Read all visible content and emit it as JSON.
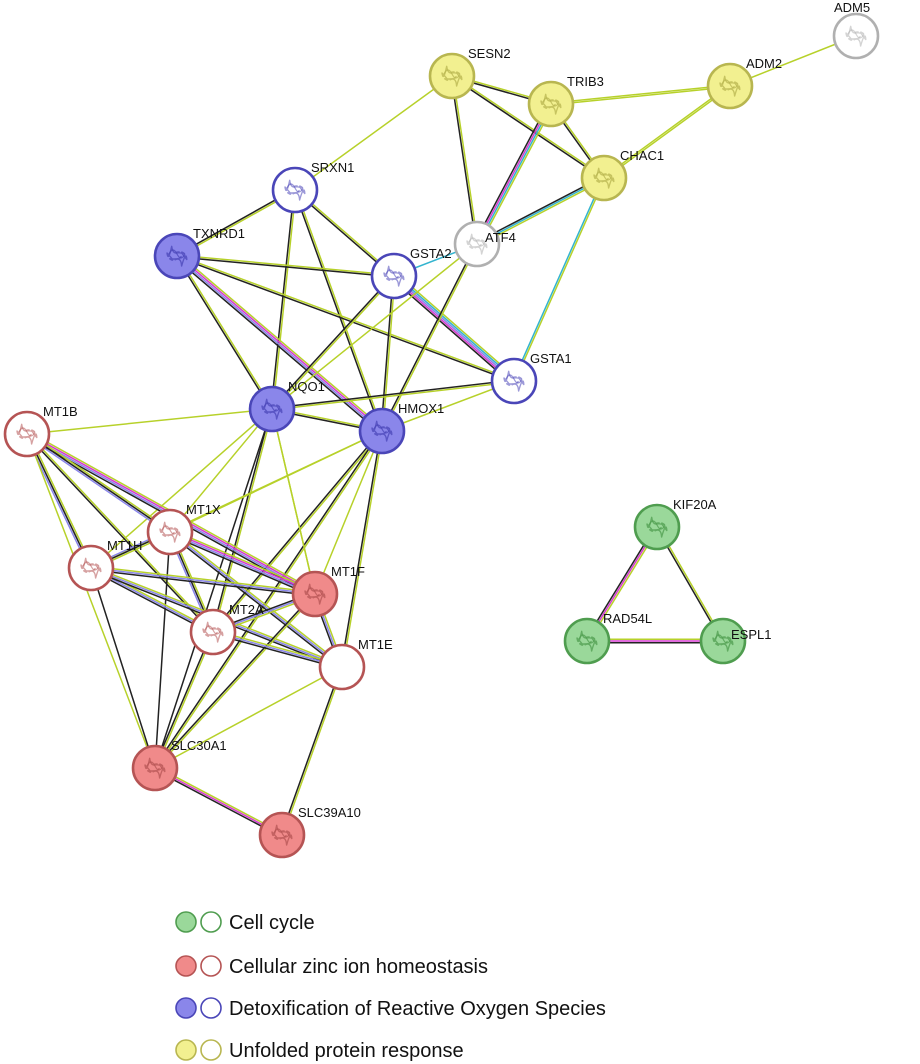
{
  "legend": [
    {
      "label": "Cell cycle",
      "group": "cell_cycle"
    },
    {
      "label": "Cellular zinc ion homeostasis",
      "group": "zinc"
    },
    {
      "label": "Detoxification of Reactive Oxygen Species",
      "group": "ros"
    },
    {
      "label": "Unfolded protein response",
      "group": "upr"
    }
  ],
  "colors": {
    "cell_cycle": {
      "fill": "#9ad89a",
      "stroke": "#4f9d4f"
    },
    "zinc": {
      "fill": "#f08a8a",
      "stroke": "#b55454"
    },
    "ros": {
      "fill": "#8a86ea",
      "stroke": "#4a46b8"
    },
    "upr": {
      "fill": "#f2f090",
      "stroke": "#b8b650"
    },
    "none": {
      "fill": "#ffffff",
      "stroke": "#b0b0b0"
    },
    "edge_textmining": "#b7d12a",
    "edge_coexpression": "#222222",
    "edge_experiments": "#d73bd0",
    "edge_database": "#33b4cf",
    "edge_homology": "#8a86ea"
  },
  "nodes": [
    {
      "id": "ADM5",
      "label": "ADM5",
      "group": "none",
      "fill": "empty",
      "structure": true
    },
    {
      "id": "ADM2",
      "label": "ADM2",
      "group": "upr",
      "fill": "filled",
      "structure": true
    },
    {
      "id": "SESN2",
      "label": "SESN2",
      "group": "upr",
      "fill": "filled",
      "structure": true
    },
    {
      "id": "TRIB3",
      "label": "TRIB3",
      "group": "upr",
      "fill": "filled",
      "structure": true
    },
    {
      "id": "CHAC1",
      "label": "CHAC1",
      "group": "upr",
      "fill": "filled",
      "structure": true
    },
    {
      "id": "SRXN1",
      "label": "SRXN1",
      "group": "ros",
      "fill": "empty",
      "structure": true
    },
    {
      "id": "TXNRD1",
      "label": "TXNRD1",
      "group": "ros",
      "fill": "filled",
      "structure": true
    },
    {
      "id": "GSTA2",
      "label": "GSTA2",
      "group": "ros",
      "fill": "empty",
      "structure": true
    },
    {
      "id": "ATF4",
      "label": "ATF4",
      "group": "none",
      "fill": "empty",
      "structure": true
    },
    {
      "id": "GSTA1",
      "label": "GSTA1",
      "group": "ros",
      "fill": "empty",
      "structure": true
    },
    {
      "id": "NQO1",
      "label": "NQO1",
      "group": "ros",
      "fill": "filled",
      "structure": true
    },
    {
      "id": "HMOX1",
      "label": "HMOX1",
      "group": "ros",
      "fill": "filled",
      "structure": true
    },
    {
      "id": "MT1B",
      "label": "MT1B",
      "group": "zinc",
      "fill": "empty",
      "structure": true
    },
    {
      "id": "MT1X",
      "label": "MT1X",
      "group": "zinc",
      "fill": "empty",
      "structure": true
    },
    {
      "id": "MT1H",
      "label": "MT1H",
      "group": "zinc",
      "fill": "empty",
      "structure": true
    },
    {
      "id": "MT1F",
      "label": "MT1F",
      "group": "zinc",
      "fill": "filled",
      "structure": true
    },
    {
      "id": "MT2A",
      "label": "MT2A",
      "group": "zinc",
      "fill": "empty",
      "structure": true
    },
    {
      "id": "MT1E",
      "label": "MT1E",
      "group": "zinc",
      "fill": "empty",
      "structure": false
    },
    {
      "id": "SLC30A1",
      "label": "SLC30A1",
      "group": "zinc",
      "fill": "filled",
      "structure": true
    },
    {
      "id": "SLC39A10",
      "label": "SLC39A10",
      "group": "zinc",
      "fill": "filled",
      "structure": true
    },
    {
      "id": "KIF20A",
      "label": "KIF20A",
      "group": "cell_cycle",
      "fill": "filled",
      "structure": true
    },
    {
      "id": "RAD54L",
      "label": "RAD54L",
      "group": "cell_cycle",
      "fill": "filled",
      "structure": true
    },
    {
      "id": "ESPL1",
      "label": "ESPL1",
      "group": "cell_cycle",
      "fill": "filled",
      "structure": true
    }
  ],
  "edges": [
    {
      "source": "ADM5",
      "target": "ADM2",
      "types": [
        "textmining"
      ]
    },
    {
      "source": "ADM2",
      "target": "TRIB3",
      "types": [
        "textmining",
        "textmining"
      ]
    },
    {
      "source": "ADM2",
      "target": "CHAC1",
      "types": [
        "textmining",
        "textmining"
      ]
    },
    {
      "source": "SESN2",
      "target": "TRIB3",
      "types": [
        "textmining",
        "coexpression"
      ]
    },
    {
      "source": "SESN2",
      "target": "CHAC1",
      "types": [
        "textmining",
        "coexpression"
      ]
    },
    {
      "source": "SESN2",
      "target": "ATF4",
      "types": [
        "textmining",
        "coexpression"
      ]
    },
    {
      "source": "SESN2",
      "target": "SRXN1",
      "types": [
        "textmining"
      ]
    },
    {
      "source": "TRIB3",
      "target": "CHAC1",
      "types": [
        "textmining",
        "coexpression"
      ]
    },
    {
      "source": "TRIB3",
      "target": "ATF4",
      "types": [
        "textmining",
        "database",
        "experiments",
        "coexpression"
      ]
    },
    {
      "source": "CHAC1",
      "target": "ATF4",
      "types": [
        "textmining",
        "database",
        "coexpression"
      ]
    },
    {
      "source": "CHAC1",
      "target": "GSTA1",
      "types": [
        "textmining",
        "database"
      ]
    },
    {
      "source": "SRXN1",
      "target": "TXNRD1",
      "types": [
        "textmining",
        "coexpression"
      ]
    },
    {
      "source": "SRXN1",
      "target": "GSTA2",
      "types": [
        "textmining",
        "coexpression"
      ]
    },
    {
      "source": "SRXN1",
      "target": "NQO1",
      "types": [
        "textmining",
        "coexpression"
      ]
    },
    {
      "source": "SRXN1",
      "target": "HMOX1",
      "types": [
        "textmining",
        "coexpression"
      ]
    },
    {
      "source": "TXNRD1",
      "target": "GSTA2",
      "types": [
        "textmining",
        "coexpression"
      ]
    },
    {
      "source": "TXNRD1",
      "target": "GSTA1",
      "types": [
        "textmining",
        "coexpression"
      ]
    },
    {
      "source": "TXNRD1",
      "target": "NQO1",
      "types": [
        "textmining",
        "coexpression"
      ]
    },
    {
      "source": "TXNRD1",
      "target": "HMOX1",
      "types": [
        "textmining",
        "experiments",
        "homology",
        "coexpression"
      ]
    },
    {
      "source": "GSTA2",
      "target": "ATF4",
      "types": [
        "database"
      ]
    },
    {
      "source": "GSTA2",
      "target": "GSTA1",
      "types": [
        "textmining",
        "database",
        "homology",
        "experiments",
        "coexpression"
      ]
    },
    {
      "source": "GSTA2",
      "target": "NQO1",
      "types": [
        "textmining",
        "coexpression"
      ]
    },
    {
      "source": "GSTA2",
      "target": "HMOX1",
      "types": [
        "textmining",
        "coexpression"
      ]
    },
    {
      "source": "ATF4",
      "target": "NQO1",
      "types": [
        "textmining"
      ]
    },
    {
      "source": "ATF4",
      "target": "HMOX1",
      "types": [
        "textmining",
        "coexpression"
      ]
    },
    {
      "source": "GSTA1",
      "target": "NQO1",
      "types": [
        "textmining",
        "coexpression"
      ]
    },
    {
      "source": "GSTA1",
      "target": "HMOX1",
      "types": [
        "textmining"
      ]
    },
    {
      "source": "NQO1",
      "target": "HMOX1",
      "types": [
        "textmining",
        "coexpression"
      ]
    },
    {
      "source": "NQO1",
      "target": "MT1B",
      "types": [
        "textmining"
      ]
    },
    {
      "source": "NQO1",
      "target": "MT1H",
      "types": [
        "textmining"
      ]
    },
    {
      "source": "NQO1",
      "target": "MT1X",
      "types": [
        "textmining"
      ]
    },
    {
      "source": "NQO1",
      "target": "MT1F",
      "types": [
        "textmining"
      ]
    },
    {
      "source": "NQO1",
      "target": "MT2A",
      "types": [
        "textmining",
        "coexpression"
      ]
    },
    {
      "source": "NQO1",
      "target": "SLC30A1",
      "types": [
        "coexpression"
      ]
    },
    {
      "source": "HMOX1",
      "target": "MT1X",
      "types": [
        "textmining"
      ]
    },
    {
      "source": "HMOX1",
      "target": "MT1H",
      "types": [
        "textmining"
      ]
    },
    {
      "source": "HMOX1",
      "target": "MT2A",
      "types": [
        "textmining",
        "coexpression"
      ]
    },
    {
      "source": "HMOX1",
      "target": "MT1F",
      "types": [
        "textmining"
      ]
    },
    {
      "source": "HMOX1",
      "target": "MT1E",
      "types": [
        "textmining",
        "coexpression"
      ]
    },
    {
      "source": "HMOX1",
      "target": "SLC30A1",
      "types": [
        "textmining",
        "coexpression"
      ]
    },
    {
      "source": "MT1B",
      "target": "MT1H",
      "types": [
        "textmining",
        "coexpression",
        "homology"
      ]
    },
    {
      "source": "MT1B",
      "target": "MT1F",
      "types": [
        "textmining",
        "experiments",
        "homology",
        "coexpression"
      ]
    },
    {
      "source": "MT1B",
      "target": "MT2A",
      "types": [
        "textmining",
        "coexpression"
      ]
    },
    {
      "source": "MT1B",
      "target": "SLC30A1",
      "types": [
        "textmining"
      ]
    },
    {
      "source": "MT1X",
      "target": "MT1H",
      "types": [
        "textmining",
        "coexpression",
        "homology"
      ]
    },
    {
      "source": "MT1X",
      "target": "MT1F",
      "types": [
        "textmining",
        "experiments",
        "homology",
        "coexpression"
      ]
    },
    {
      "source": "MT1X",
      "target": "MT2A",
      "types": [
        "textmining",
        "coexpression",
        "homology"
      ]
    },
    {
      "source": "MT1X",
      "target": "MT1E",
      "types": [
        "textmining",
        "homology",
        "coexpression"
      ]
    },
    {
      "source": "MT1X",
      "target": "SLC30A1",
      "types": [
        "coexpression"
      ]
    },
    {
      "source": "MT1H",
      "target": "MT1F",
      "types": [
        "textmining",
        "homology",
        "coexpression"
      ]
    },
    {
      "source": "MT1H",
      "target": "MT2A",
      "types": [
        "textmining",
        "homology",
        "coexpression"
      ]
    },
    {
      "source": "MT1H",
      "target": "MT1E",
      "types": [
        "textmining",
        "homology",
        "coexpression"
      ]
    },
    {
      "source": "MT1H",
      "target": "SLC30A1",
      "types": [
        "coexpression"
      ]
    },
    {
      "source": "MT1F",
      "target": "MT2A",
      "types": [
        "textmining",
        "homology",
        "coexpression"
      ]
    },
    {
      "source": "MT1F",
      "target": "MT1E",
      "types": [
        "textmining",
        "homology",
        "coexpression"
      ]
    },
    {
      "source": "MT1F",
      "target": "SLC30A1",
      "types": [
        "textmining",
        "coexpression"
      ]
    },
    {
      "source": "MT2A",
      "target": "MT1E",
      "types": [
        "textmining",
        "homology",
        "coexpression"
      ]
    },
    {
      "source": "MT2A",
      "target": "SLC30A1",
      "types": [
        "textmining",
        "coexpression"
      ]
    },
    {
      "source": "MT1E",
      "target": "SLC30A1",
      "types": [
        "textmining"
      ]
    },
    {
      "source": "MT1E",
      "target": "SLC39A10",
      "types": [
        "textmining",
        "coexpression"
      ]
    },
    {
      "source": "SLC30A1",
      "target": "SLC39A10",
      "types": [
        "textmining",
        "experiments",
        "coexpression"
      ]
    },
    {
      "source": "MT1B",
      "target": "MT1X",
      "types": [
        "textmining",
        "coexpression",
        "homology"
      ]
    },
    {
      "source": "MT1F",
      "target": "NQO1",
      "types": [
        "textmining"
      ]
    },
    {
      "source": "KIF20A",
      "target": "RAD54L",
      "types": [
        "textmining",
        "experiments",
        "coexpression"
      ]
    },
    {
      "source": "KIF20A",
      "target": "ESPL1",
      "types": [
        "textmining",
        "coexpression"
      ]
    },
    {
      "source": "RAD54L",
      "target": "ESPL1",
      "types": [
        "textmining",
        "experiments",
        "coexpression"
      ]
    }
  ]
}
